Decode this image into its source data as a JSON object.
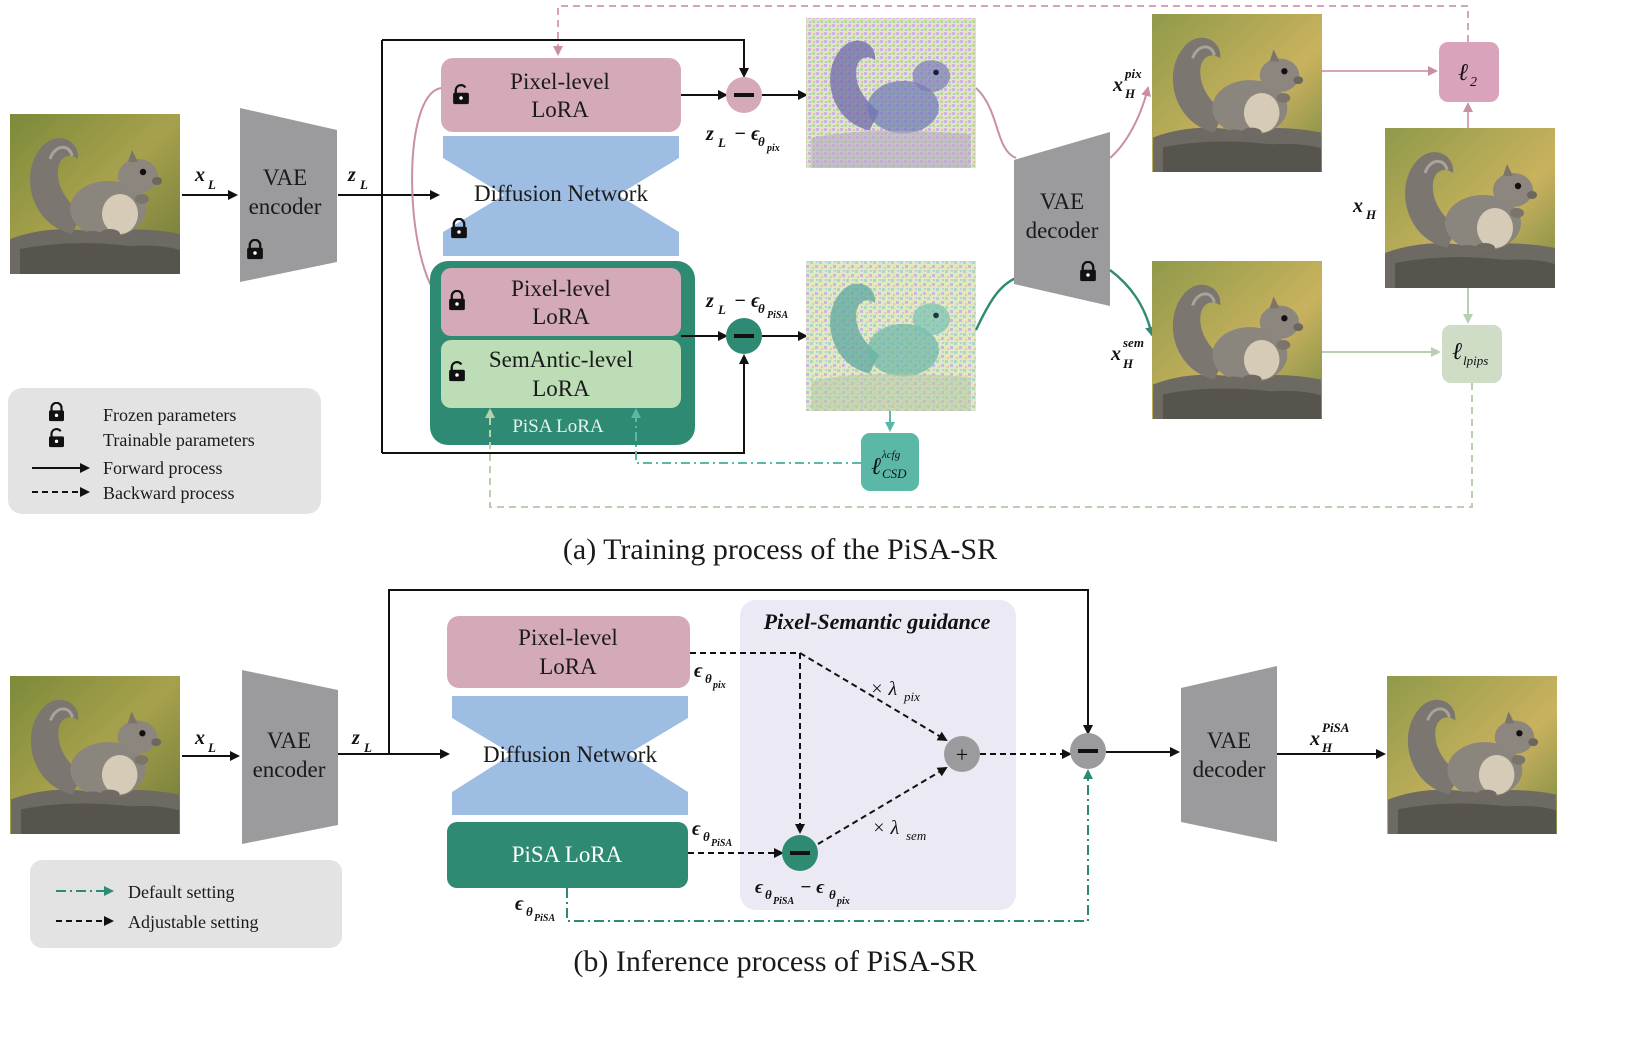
{
  "training": {
    "caption": "(a) Training process of the PiSA-SR",
    "vae_encoder": [
      "VAE",
      "encoder"
    ],
    "vae_decoder": [
      "VAE",
      "decoder"
    ],
    "diffusion_network": "Diffusion Network",
    "pixel_lora": [
      "Pixel-level",
      "LoRA"
    ],
    "semantic_lora": [
      "SemAntic-level",
      "LoRA"
    ],
    "pisa_lora_group": "PiSA LoRA",
    "x_L": "x",
    "x_L_sub": "L",
    "z_L": "z",
    "z_L_sub": "L",
    "x_H": "x",
    "x_H_sub": "H",
    "x_H_pix_sup": "pix",
    "x_H_sem_sup": "sem",
    "eq_pix": "z",
    "eq_pix_rest": "− ϵ",
    "eq_pix_sub": "θ",
    "eq_pix_subsub": "pix",
    "eq_pisa_subsub": "PiSA",
    "loss_l2": "ℓ",
    "loss_l2_sub": "2",
    "loss_lpips": "ℓ",
    "loss_lpips_sub": "lpips",
    "loss_csd": "ℓ",
    "loss_csd_sup": "λcfg",
    "loss_csd_sub": "CSD"
  },
  "legend_a": {
    "frozen": "Frozen parameters",
    "trainable": "Trainable parameters",
    "forward": "Forward process",
    "backward": "Backward process"
  },
  "inference": {
    "caption": "(b) Inference process of PiSA-SR",
    "vae_encoder": [
      "VAE",
      "encoder"
    ],
    "vae_decoder": [
      "VAE",
      "decoder"
    ],
    "diffusion_network": "Diffusion Network",
    "pixel_lora": [
      "Pixel-level",
      "LoRA"
    ],
    "pisa_lora": "PiSA LoRA",
    "guidance_title": "Pixel-Semantic guidance",
    "lambda_pix": "× λ",
    "lambda_pix_sub": "pix",
    "lambda_sem": "× λ",
    "lambda_sem_sub": "sem",
    "x_H_sup": "PiSA"
  },
  "legend_b": {
    "default": "Default setting",
    "adjustable": "Adjustable setting"
  },
  "colors": {
    "pixel_lora": "#d4aab8",
    "semantic_lora": "#bcddb5",
    "pisa_green": "#2e8a72",
    "diffusion_blue": "#9dbde3",
    "vae_gray": "#9b9b9d",
    "loss_pink": "#d9a4bb",
    "loss_sage": "#cfdcc6",
    "loss_teal": "#5bb8a7",
    "guidance_bg": "#ebe9f4",
    "legend_bg": "#e3e3e3"
  }
}
